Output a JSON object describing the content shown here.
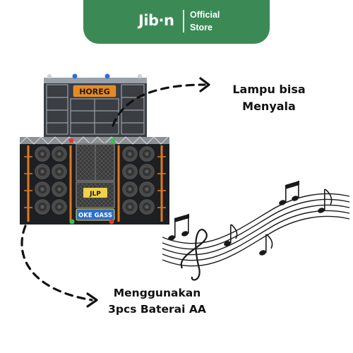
{
  "header": {
    "brand_name": "Jib·n",
    "store_line1": "Official",
    "store_line2": "Store",
    "brand_color": "#3b8a56"
  },
  "product": {
    "top_panel_label": "HOREG",
    "middle_label": "JLP",
    "bottom_label": "OKE GASS"
  },
  "callouts": {
    "lights_line1": "Lampu bisa",
    "lights_line2": "Menyala",
    "battery_line1": "Menggunakan",
    "battery_line2": "3pcs Baterai AA"
  },
  "colors": {
    "speaker_frame": "#2a2a2a",
    "accent_orange": "#e07a1c",
    "truss": "#c9c9c9"
  }
}
